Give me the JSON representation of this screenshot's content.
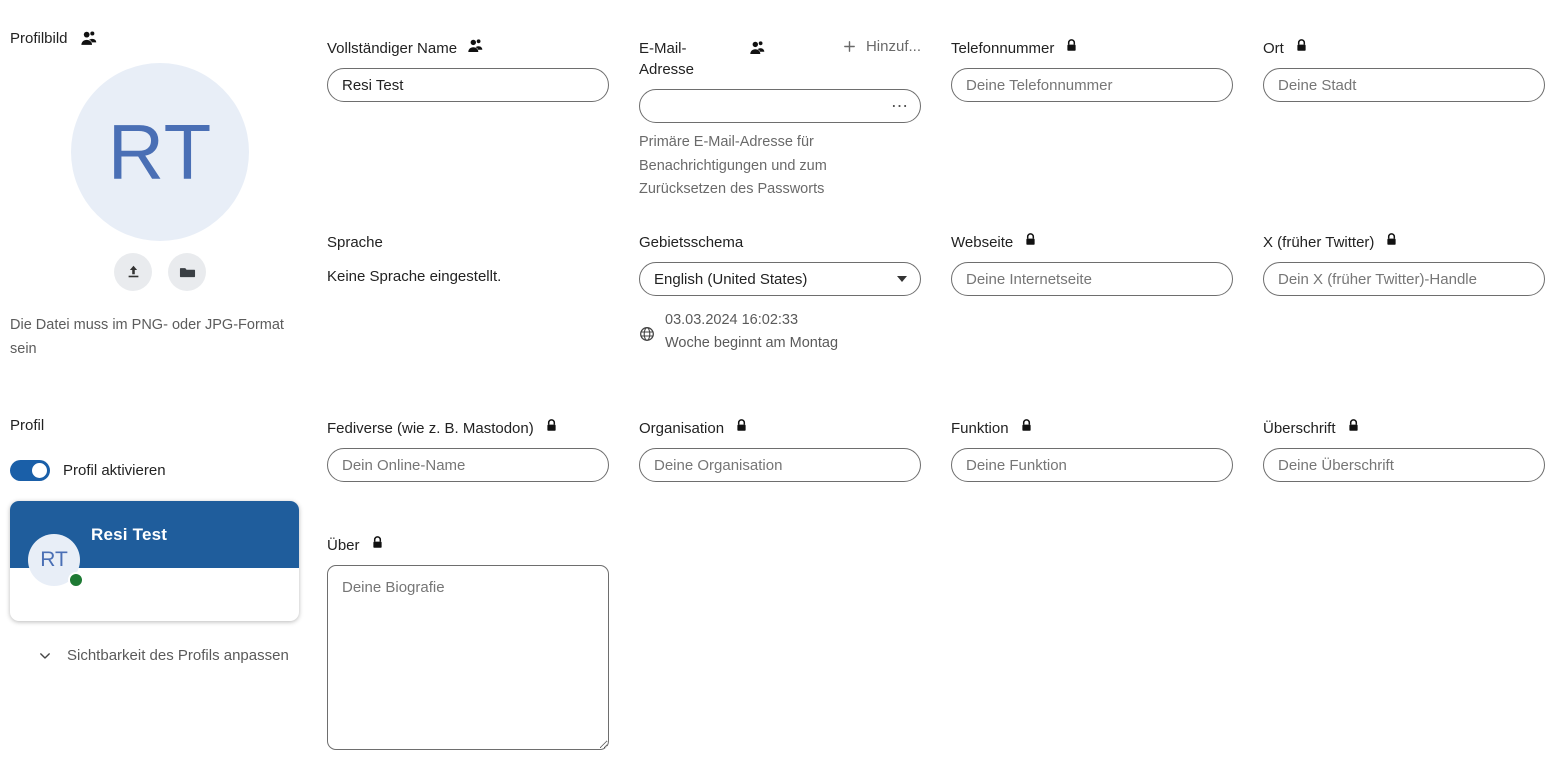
{
  "avatar": {
    "initials": "RT",
    "colors": {
      "bg": "#e8eef7",
      "fg": "#4a6fb5"
    }
  },
  "profile_picture": {
    "label": "Profilbild",
    "icon": "contacts-icon",
    "upload_icon": "upload-icon",
    "folder_icon": "folder-icon",
    "note": "Die Datei muss im PNG- oder JPG-Format sein"
  },
  "full_name": {
    "label": "Vollständiger Name",
    "icon": "contacts-icon",
    "value": "Resi Test",
    "placeholder": ""
  },
  "email": {
    "label": "E-Mail-Adresse",
    "icon": "contacts-icon",
    "add_label": "Hinzuf...",
    "add_icon": "plus-icon",
    "menu_icon": "ellipsis-icon",
    "value": "",
    "placeholder": "",
    "help": "Primäre E-Mail-Adresse für Benachrichtigungen und zum Zurücksetzen des Passworts"
  },
  "phone": {
    "label": "Telefonnummer",
    "icon": "lock-icon",
    "value": "",
    "placeholder": "Deine Telefonnummer"
  },
  "location": {
    "label": "Ort",
    "icon": "lock-icon",
    "value": "",
    "placeholder": "Deine Stadt"
  },
  "language": {
    "label": "Sprache",
    "value": "Keine Sprache eingestellt."
  },
  "locale": {
    "label": "Gebietsschema",
    "selected": "English (United States)",
    "options": [
      "English (United States)"
    ],
    "caret_icon": "chevron-down-icon",
    "globe_icon": "globe-icon",
    "example_datetime": "03.03.2024 16:02:33",
    "week_start": "Woche beginnt am Montag"
  },
  "website": {
    "label": "Webseite",
    "icon": "lock-icon",
    "value": "",
    "placeholder": "Deine Internetseite"
  },
  "twitter": {
    "label": "X (früher Twitter)",
    "icon": "lock-icon",
    "value": "",
    "placeholder": "Dein X (früher Twitter)-Handle"
  },
  "fediverse": {
    "label": "Fediverse (wie z. B. Mastodon)",
    "icon": "lock-icon",
    "value": "",
    "placeholder": "Dein Online-Name"
  },
  "organisation": {
    "label": "Organisation",
    "icon": "lock-icon",
    "value": "",
    "placeholder": "Deine Organisation"
  },
  "role": {
    "label": "Funktion",
    "icon": "lock-icon",
    "value": "",
    "placeholder": "Deine Funktion"
  },
  "headline": {
    "label": "Überschrift",
    "icon": "lock-icon",
    "value": "",
    "placeholder": "Deine Überschrift"
  },
  "about": {
    "label": "Über",
    "icon": "lock-icon",
    "value": "",
    "placeholder": "Deine Biografie"
  },
  "profile_section": {
    "heading": "Profil",
    "toggle_label": "Profil aktivieren",
    "toggle_on": true,
    "card": {
      "name": "Resi Test",
      "initials": "RT",
      "status": "online",
      "header_color": "#1f5d9c",
      "status_color": "#1e7a34"
    },
    "visibility_link": "Sichtbarkeit des Profils anpassen",
    "visibility_icon": "chevron-down-icon"
  }
}
